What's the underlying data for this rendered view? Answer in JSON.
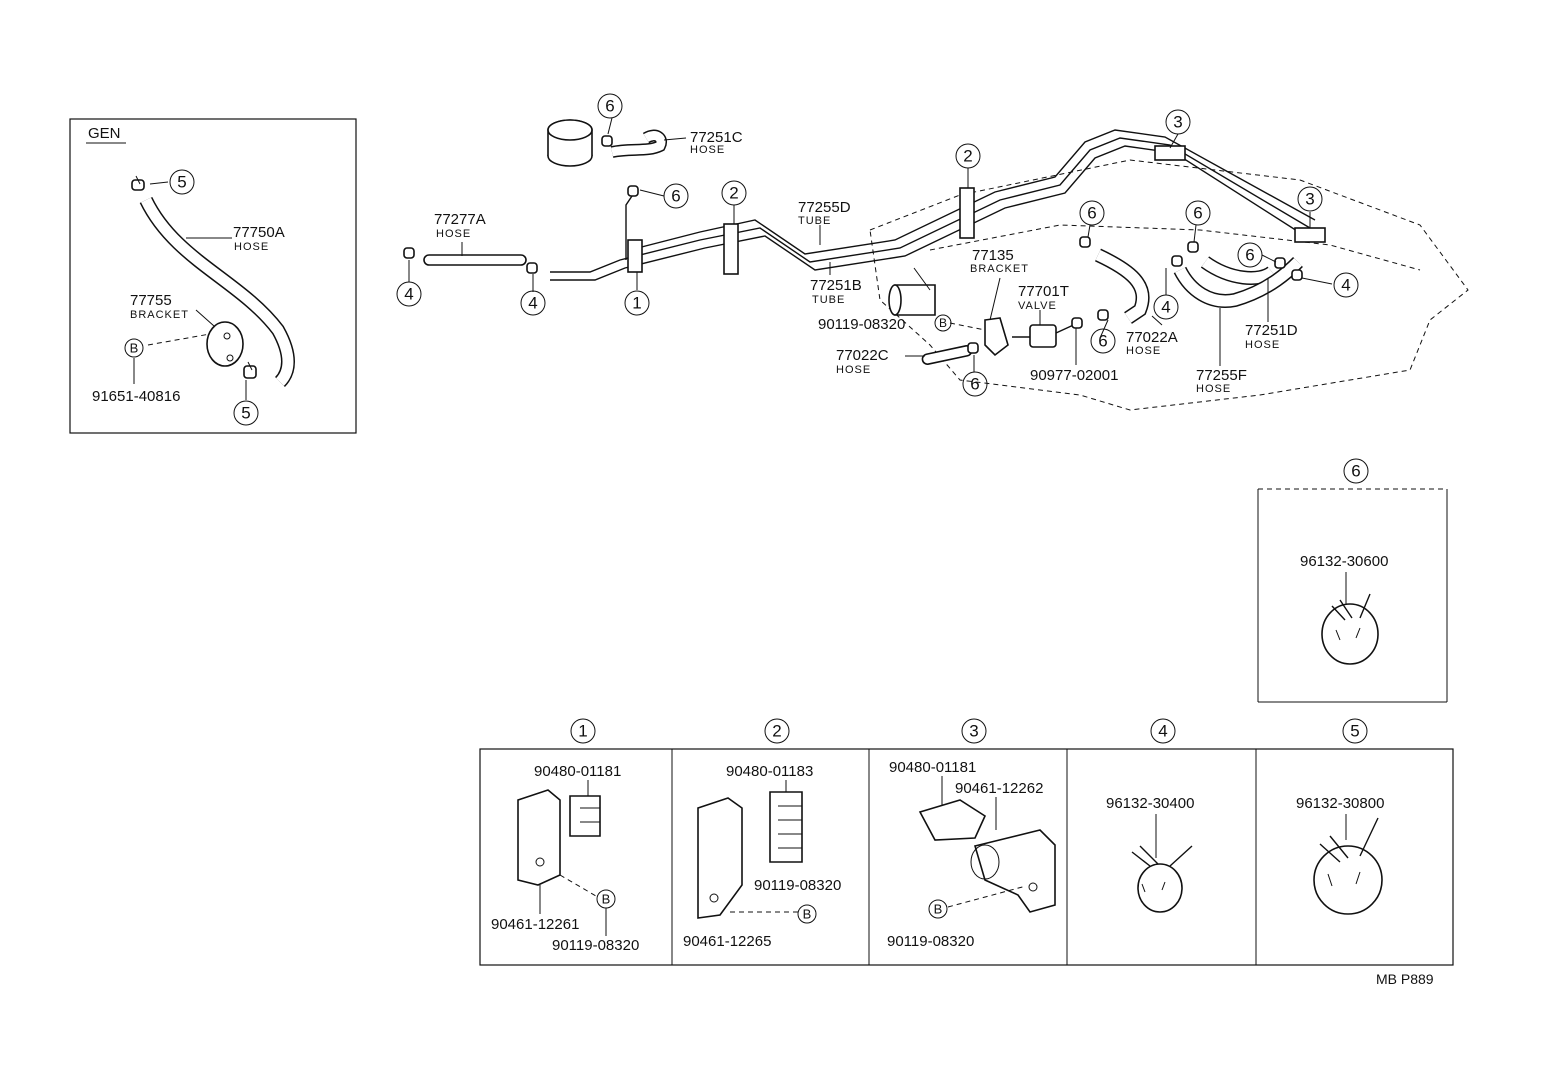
{
  "inset_gen": {
    "title": "GEN",
    "hose_part": "77750A",
    "hose_sub": "HOSE",
    "bracket_part": "77755",
    "bracket_sub": "BRACKET",
    "bolt_ref": "B",
    "bolt_part": "91651-40816",
    "callout_top": "5",
    "callout_bottom": "5"
  },
  "main": {
    "hose_77277A": "77277A",
    "hose_77277A_sub": "HOSE",
    "hose_77251C": "77251C",
    "hose_77251C_sub": "HOSE",
    "tube_77255D": "77255D",
    "tube_77255D_sub": "TUBE",
    "tube_77251B": "77251B",
    "tube_77251B_sub": "TUBE",
    "bracket_77135": "77135",
    "bracket_77135_sub": "BRACKET",
    "valve_77701T": "77701T",
    "valve_77701T_sub": "VALVE",
    "bolt_90119": "90119-08320",
    "bolt_ref": "B",
    "hose_77022C": "77022C",
    "hose_77022C_sub": "HOSE",
    "hose_77022A": "77022A",
    "hose_77022A_sub": "HOSE",
    "part_90977": "90977-02001",
    "hose_77251D": "77251D",
    "hose_77251D_sub": "HOSE",
    "hose_77255F": "77255F",
    "hose_77255F_sub": "HOSE",
    "callouts": {
      "c4a": "4",
      "c4b": "4",
      "c1": "1",
      "c2a": "2",
      "c6a": "6",
      "c6b": "6",
      "c2b": "2",
      "c3a": "3",
      "c3b": "3",
      "c6c": "6",
      "c6d": "6",
      "c6e": "6",
      "c4c": "4",
      "c4d": "4",
      "c6f": "6",
      "c6g": "6"
    }
  },
  "detail6": {
    "callout": "6",
    "part": "96132-30600"
  },
  "details": [
    {
      "callout": "1",
      "parts": [
        "90480-01181",
        "90461-12261",
        "90119-08320"
      ],
      "bolt_ref": "B"
    },
    {
      "callout": "2",
      "parts": [
        "90480-01183",
        "90119-08320",
        "90461-12265"
      ],
      "bolt_ref": "B"
    },
    {
      "callout": "3",
      "parts": [
        "90480-01181",
        "90461-12262",
        "90119-08320"
      ],
      "bolt_ref": "B"
    },
    {
      "callout": "4",
      "parts": [
        "96132-30400"
      ]
    },
    {
      "callout": "5",
      "parts": [
        "96132-30800"
      ]
    }
  ],
  "footer": {
    "code": "MB P889"
  }
}
